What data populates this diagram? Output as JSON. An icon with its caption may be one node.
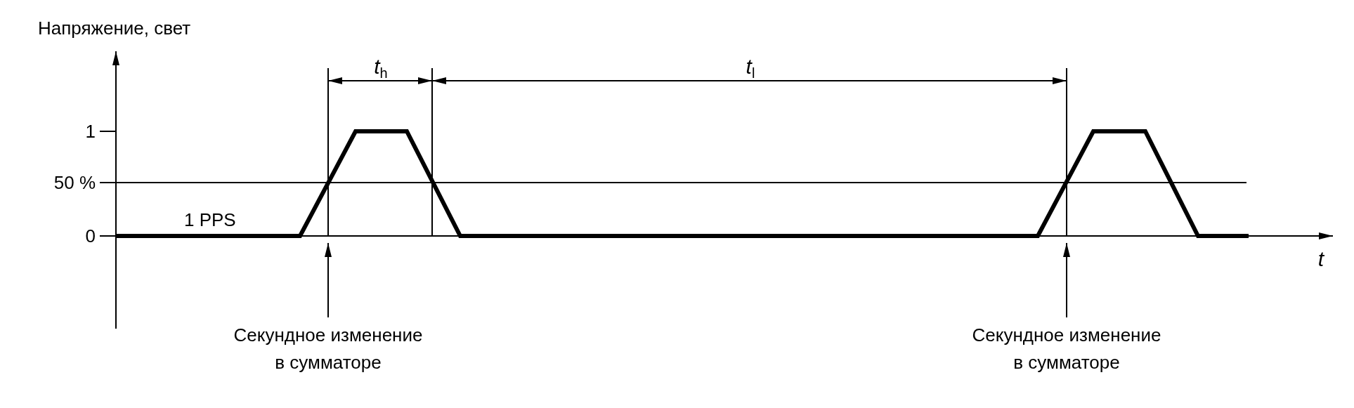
{
  "diagram": {
    "nodes": [
      {
        "text": [
          "Секундное изменение в сумматоре"
        ]
      },
      {
        "text": [
          "Секундное изменение в сумматоре"
        ]
      }
    ],
    "edges": [
      {
        "from": 0,
        "to": null,
        "arrow": "to"
      },
      {
        "from": 1,
        "to": null,
        "arrow": "to"
      }
    ],
    "labels": [
      "Напряжение, свет",
      "*t*$_{h}$",
      "*t*$_{l}$",
      "1",
      "50 %",
      "1 PPS",
      "0",
      "*t*"
    ]
  }
}
